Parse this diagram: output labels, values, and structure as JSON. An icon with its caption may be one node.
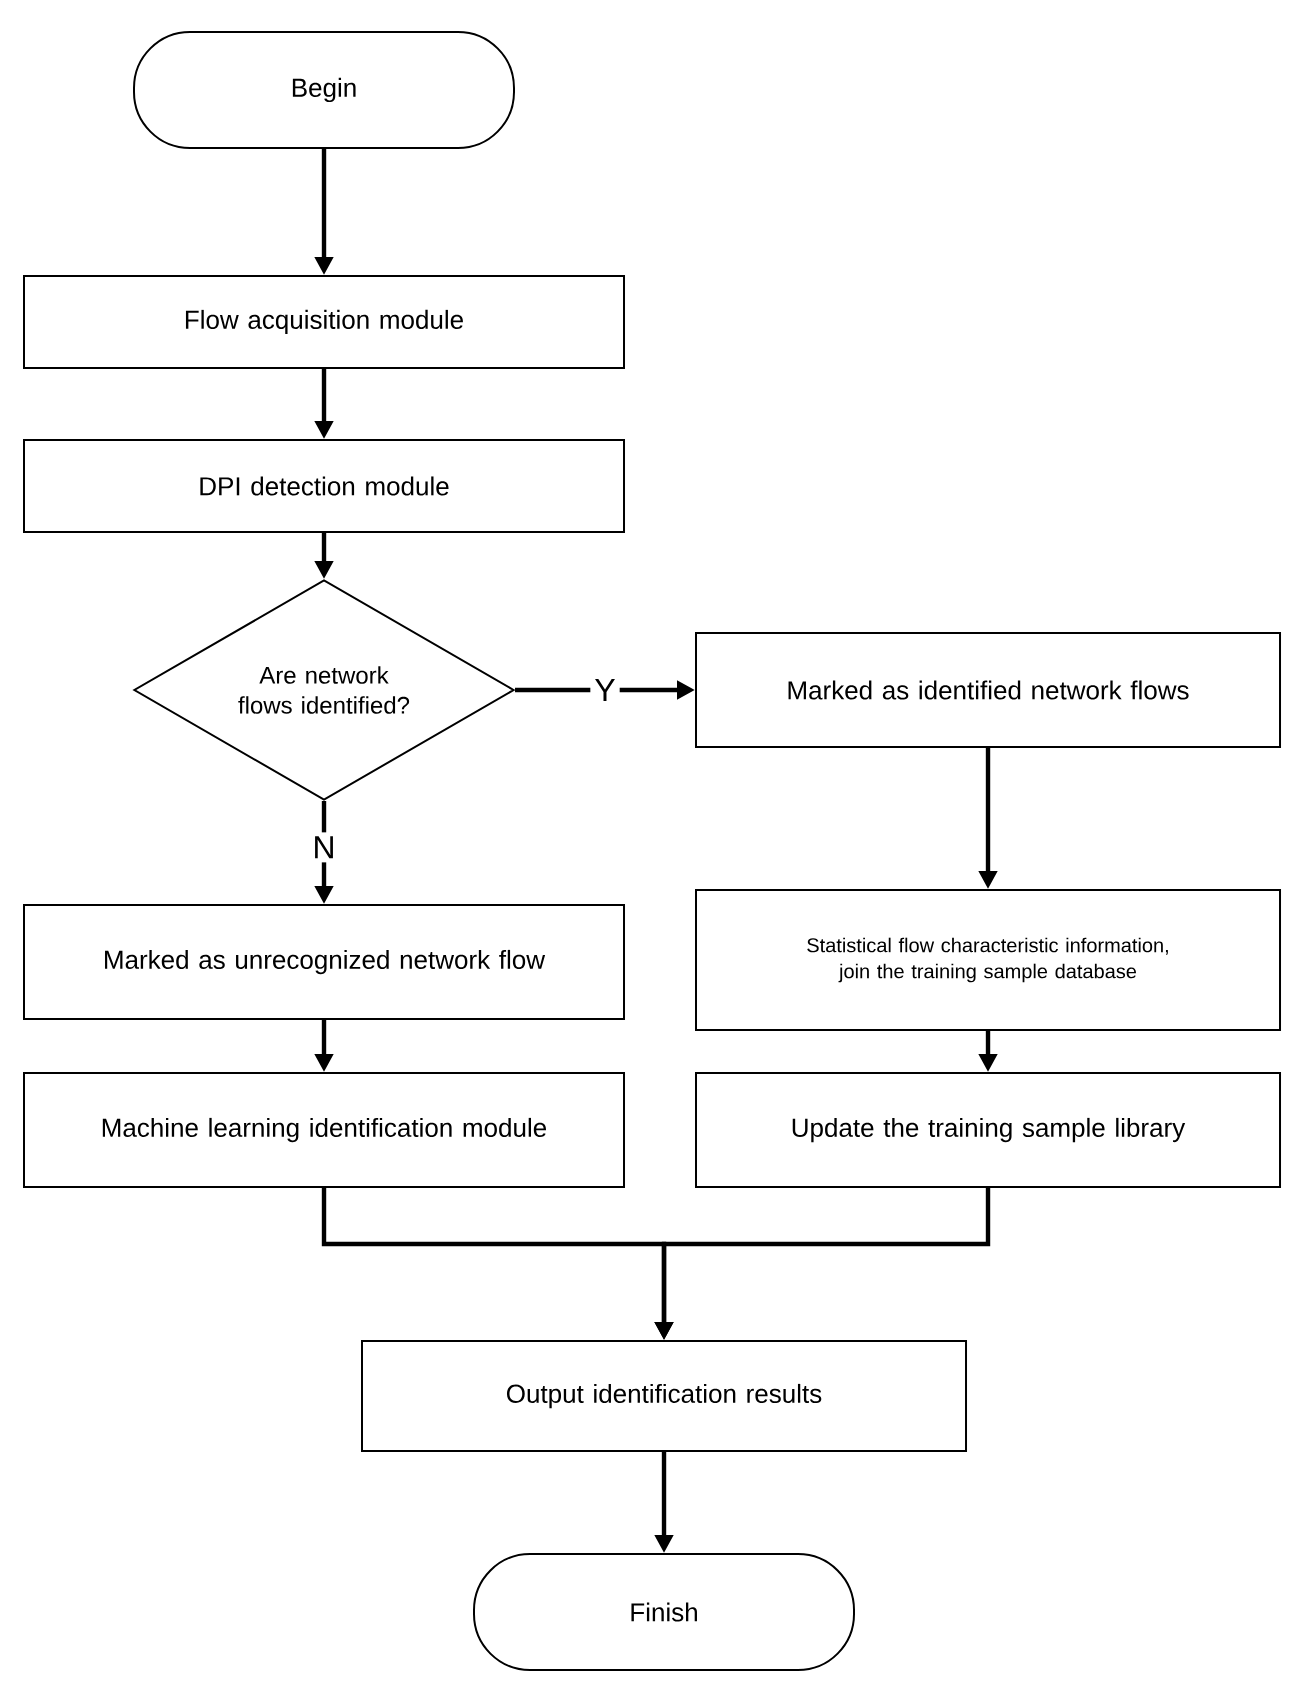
{
  "diagram": {
    "nodes": [
      {
        "text": [
          "Begin"
        ]
      },
      {
        "text": [
          "Flow acquisition module"
        ]
      },
      {
        "text": [
          "DPI detection module"
        ]
      },
      {
        "text": [
          "Are network flows identified?"
        ]
      },
      {
        "text": [
          "Marked as identified network flows"
        ]
      },
      {
        "text": [
          "Marked as unrecognized network flow"
        ]
      },
      {
        "text": [
          "Statistical flow characteristic information, join the training sample database"
        ]
      },
      {
        "text": [
          "Machine learning identification module"
        ]
      },
      {
        "text": [
          "Update the training sample library"
        ]
      },
      {
        "text": [
          "Output identification results"
        ]
      },
      {
        "text": [
          "Finish"
        ]
      }
    ],
    "edges": [
      {
        "from": 0,
        "to": 1,
        "arrow": "to"
      },
      {
        "from": 1,
        "to": 2,
        "arrow": "to"
      },
      {
        "from": 2,
        "to": 3,
        "arrow": "to"
      },
      {
        "from": 3,
        "to": 4,
        "arrow": "to",
        "label": "Y"
      },
      {
        "from": 3,
        "to": 5,
        "arrow": "to",
        "label": "N"
      },
      {
        "from": 4,
        "to": 6,
        "arrow": "to"
      },
      {
        "from": 5,
        "to": 7,
        "arrow": "to"
      },
      {
        "from": 6,
        "to": 8,
        "arrow": "to"
      },
      {
        "from": 7,
        "to": 9,
        "arrow": "to"
      },
      {
        "from": 8,
        "to": 9,
        "arrow": "to"
      },
      {
        "from": 9,
        "to": 10,
        "arrow": "to"
      }
    ]
  }
}
